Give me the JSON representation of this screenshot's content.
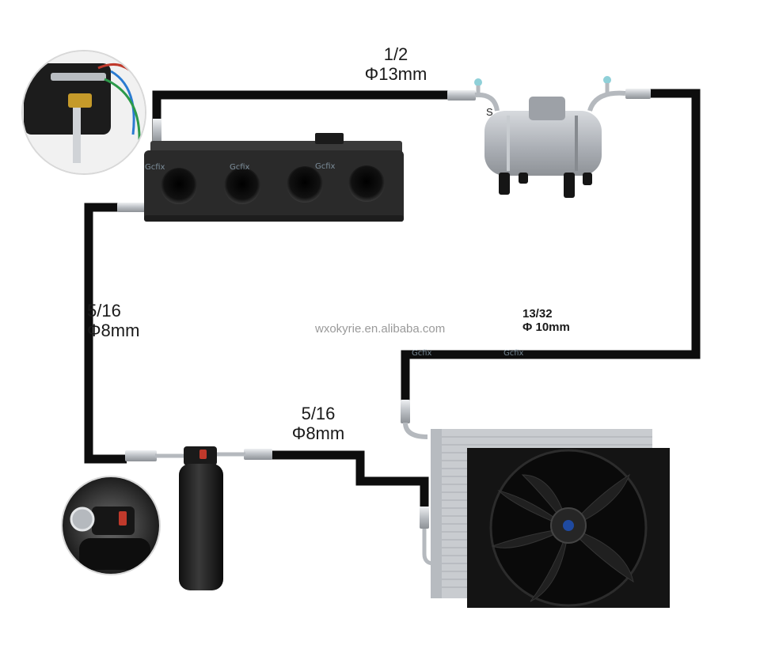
{
  "labels": {
    "top": {
      "fraction": "1/2",
      "diameter": "Φ13mm"
    },
    "left": {
      "fraction": "5/16",
      "diameter": "Φ8mm"
    },
    "bottom": {
      "fraction": "5/16",
      "diameter": "Φ8mm"
    },
    "right": {
      "fraction": "13/32",
      "diameter": "Φ 10mm"
    }
  },
  "watermark": "wxokyrie.en.alibaba.com",
  "brand_marks": [
    "Gcfix",
    "Gcfix",
    "Gcfix",
    "Gcfix",
    "Gcfix"
  ],
  "port_marks": {
    "suction": "S"
  },
  "colors": {
    "hose": "#0d0d0d",
    "fitting": "#c9ccd0",
    "evaporator": "#2a2a2a",
    "compressor": "#b8bcc2",
    "condenser_frame": "#141414",
    "fan_hub_badge": "#1f4aa0"
  }
}
